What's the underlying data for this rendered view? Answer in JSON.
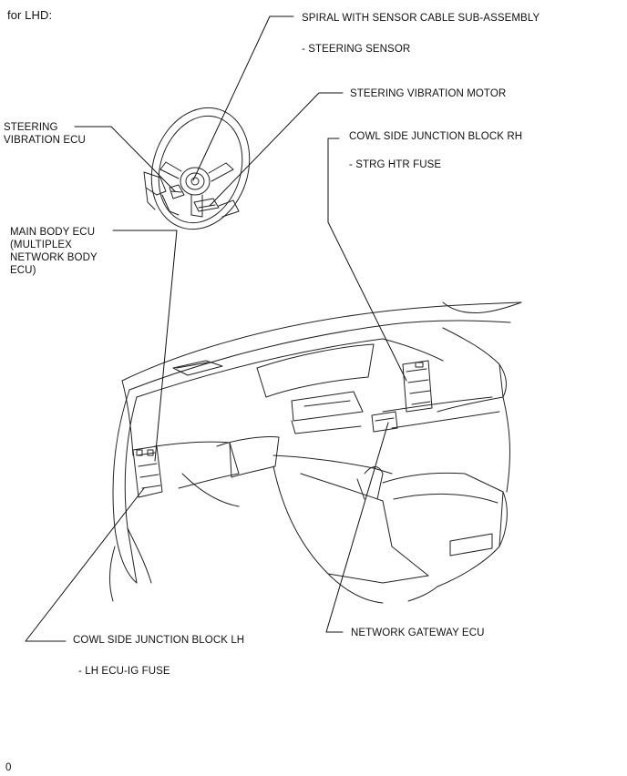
{
  "page": {
    "heading": "for LHD:",
    "footer_mark": "0"
  },
  "labels": {
    "spiral": "SPIRAL WITH SENSOR CABLE SUB-ASSEMBLY",
    "spiral_sub": "- STEERING SENSOR",
    "vib_motor": "STEERING VIBRATION MOTOR",
    "vib_ecu": "STEERING\nVIBRATION ECU",
    "cowl_rh": "COWL SIDE JUNCTION BLOCK RH",
    "cowl_rh_sub": "- STRG HTR FUSE",
    "main_body": "MAIN BODY ECU\n(MULTIPLEX\nNETWORK BODY\nECU)",
    "cowl_lh": "COWL SIDE JUNCTION BLOCK LH",
    "cowl_lh_sub": "- LH ECU-IG FUSE",
    "gateway": "NETWORK GATEWAY ECU"
  },
  "colors": {
    "ink": "#111111",
    "background": "#ffffff"
  }
}
